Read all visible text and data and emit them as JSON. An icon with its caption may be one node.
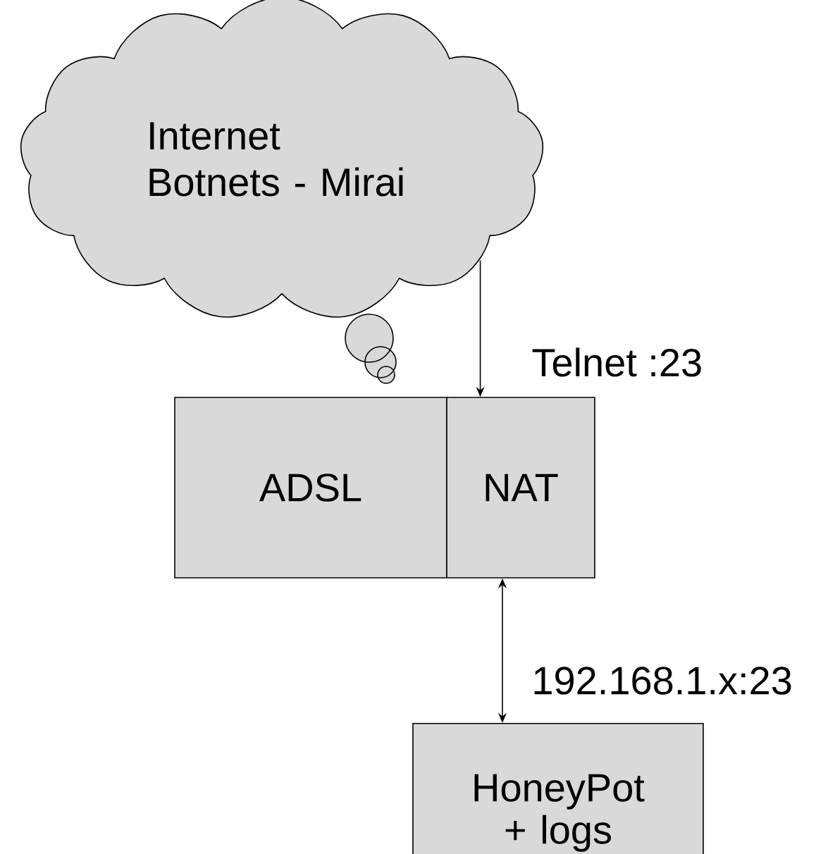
{
  "diagram": {
    "nodes": [
      {
        "text": [
          "Internet Botnets - Mirai"
        ]
      },
      {
        "text": [
          "ADSL"
        ]
      },
      {
        "text": [
          "NAT"
        ]
      },
      {
        "text": [
          "HoneyPot + logs"
        ]
      }
    ],
    "edges": [
      {
        "from": 0,
        "to": 2,
        "arrow": "to",
        "label": "Telnet :23"
      },
      {
        "from": 2,
        "to": 3,
        "arrow": "both",
        "label": "192.168.1.x:23"
      }
    ]
  }
}
